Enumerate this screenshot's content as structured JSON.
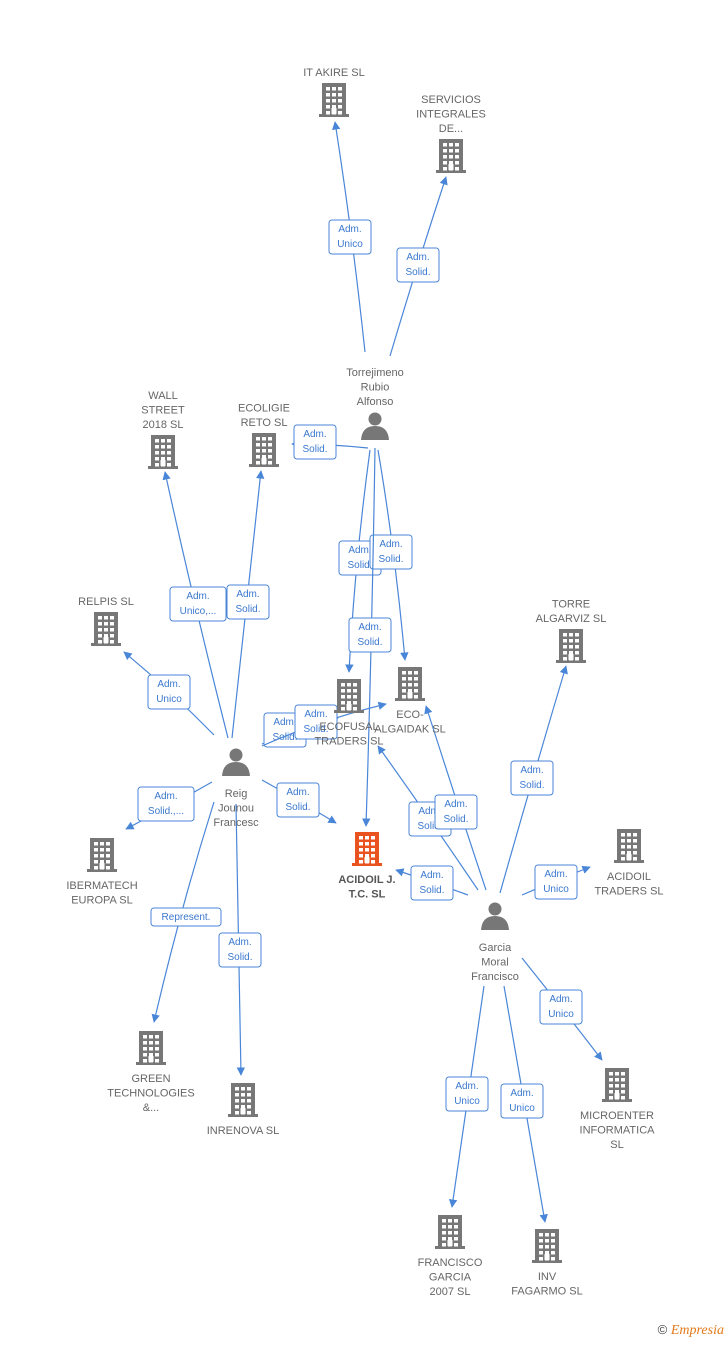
{
  "colors": {
    "accent": "#4a86d8",
    "node": "#777777",
    "main_node": "#e8531f"
  },
  "nodes": [
    {
      "id": "it-akire",
      "kind": "company",
      "lines": [
        "IT AKIRE  SL"
      ]
    },
    {
      "id": "servicios-integrales",
      "kind": "company",
      "lines": [
        "SERVICIOS",
        "INTEGRALES",
        "DE..."
      ]
    },
    {
      "id": "torrejimeno",
      "kind": "person",
      "lines": [
        "Torrejimeno",
        "Rubio",
        "Alfonso"
      ]
    },
    {
      "id": "wall-street",
      "kind": "company",
      "lines": [
        "WALL",
        "STREET",
        "2018  SL"
      ]
    },
    {
      "id": "ecoligie",
      "kind": "company",
      "lines": [
        "ECOLIGIE",
        "RETO  SL"
      ]
    },
    {
      "id": "relpis",
      "kind": "company",
      "lines": [
        "RELPIS  SL"
      ]
    },
    {
      "id": "ecofusal",
      "kind": "company",
      "lines": [
        "ECOFUSAL",
        "TRADERS  SL"
      ]
    },
    {
      "id": "eco-algaidak",
      "kind": "company",
      "lines": [
        "ECO-",
        "ALGAIDAK  SL"
      ]
    },
    {
      "id": "torre-algarviz",
      "kind": "company",
      "lines": [
        "TORRE",
        "ALGARVIZ SL"
      ]
    },
    {
      "id": "reig",
      "kind": "person",
      "lines": [
        "Reig",
        "Jounou",
        "Francesc"
      ]
    },
    {
      "id": "acidoil-jtc",
      "kind": "main",
      "lines": [
        "ACIDOIL J.",
        "T.C.  SL"
      ]
    },
    {
      "id": "acidoil-traders",
      "kind": "company",
      "lines": [
        "ACIDOIL",
        "TRADERS  SL"
      ]
    },
    {
      "id": "ibermatech",
      "kind": "company",
      "lines": [
        "IBERMATECH",
        "EUROPA  SL"
      ]
    },
    {
      "id": "garcia",
      "kind": "person",
      "lines": [
        "Garcia",
        "Moral",
        "Francisco"
      ]
    },
    {
      "id": "green-tech",
      "kind": "company",
      "lines": [
        "GREEN",
        "TECHNOLOGIES",
        "&..."
      ]
    },
    {
      "id": "inrenova",
      "kind": "company",
      "lines": [
        "INRENOVA  SL"
      ]
    },
    {
      "id": "microenter",
      "kind": "company",
      "lines": [
        "MICROENTER",
        "INFORMATICA",
        "SL"
      ]
    },
    {
      "id": "francisco-garcia",
      "kind": "company",
      "lines": [
        "FRANCISCO",
        "GARCIA",
        "2007 SL"
      ]
    },
    {
      "id": "inv-fagarmo",
      "kind": "company",
      "lines": [
        "INV",
        "FAGARMO SL"
      ]
    }
  ],
  "edges": [
    {
      "from": "torrejimeno",
      "to": "it-akire",
      "label": [
        "Adm.",
        "Unico"
      ]
    },
    {
      "from": "torrejimeno",
      "to": "servicios-integrales",
      "label": [
        "Adm.",
        "Solid."
      ]
    },
    {
      "from": "torrejimeno",
      "to": "ecoligie",
      "label": [
        "Adm.",
        "Solid."
      ]
    },
    {
      "from": "torrejimeno",
      "to": "ecofusal",
      "label": [
        "Adm.",
        "Solid."
      ]
    },
    {
      "from": "torrejimeno",
      "to": "eco-algaidak",
      "label": [
        "Adm.",
        "Solid."
      ]
    },
    {
      "from": "torrejimeno",
      "to": "acidoil-jtc",
      "label": [
        "Adm.",
        "Solid."
      ]
    },
    {
      "from": "reig",
      "to": "wall-street",
      "label": [
        "Adm.",
        "Unico,..."
      ]
    },
    {
      "from": "reig",
      "to": "ecoligie",
      "label": [
        "Adm.",
        "Solid."
      ]
    },
    {
      "from": "reig",
      "to": "relpis",
      "label": [
        "Adm.",
        "Unico"
      ]
    },
    {
      "from": "reig",
      "to": "ecofusal",
      "label": [
        "Adm.",
        "Solid."
      ]
    },
    {
      "from": "reig",
      "to": "eco-algaidak",
      "label": [
        "Adm.",
        "Solid."
      ]
    },
    {
      "from": "reig",
      "to": "acidoil-jtc",
      "label": [
        "Adm.",
        "Solid."
      ]
    },
    {
      "from": "reig",
      "to": "ibermatech",
      "label": [
        "Adm.",
        "Solid.,..."
      ]
    },
    {
      "from": "reig",
      "to": "green-tech",
      "label": [
        "Represent."
      ]
    },
    {
      "from": "reig",
      "to": "inrenova",
      "label": [
        "Adm.",
        "Solid."
      ]
    },
    {
      "from": "garcia",
      "to": "torre-algarviz",
      "label": [
        "Adm.",
        "Solid."
      ]
    },
    {
      "from": "garcia",
      "to": "acidoil-traders",
      "label": [
        "Adm.",
        "Unico"
      ]
    },
    {
      "from": "garcia",
      "to": "acidoil-jtc",
      "label": [
        "Adm.",
        "Solid."
      ]
    },
    {
      "from": "garcia",
      "to": "ecofusal",
      "label": [
        "Adm.",
        "Solid."
      ]
    },
    {
      "from": "garcia",
      "to": "eco-algaidak",
      "label": [
        "Adm.",
        "Solid."
      ]
    },
    {
      "from": "garcia",
      "to": "microenter",
      "label": [
        "Adm.",
        "Unico"
      ]
    },
    {
      "from": "garcia",
      "to": "francisco-garcia",
      "label": [
        "Adm.",
        "Unico"
      ]
    },
    {
      "from": "garcia",
      "to": "inv-fagarmo",
      "label": [
        "Adm.",
        "Unico"
      ]
    }
  ],
  "footer": {
    "copyright": "©",
    "brand": "Empresia"
  }
}
